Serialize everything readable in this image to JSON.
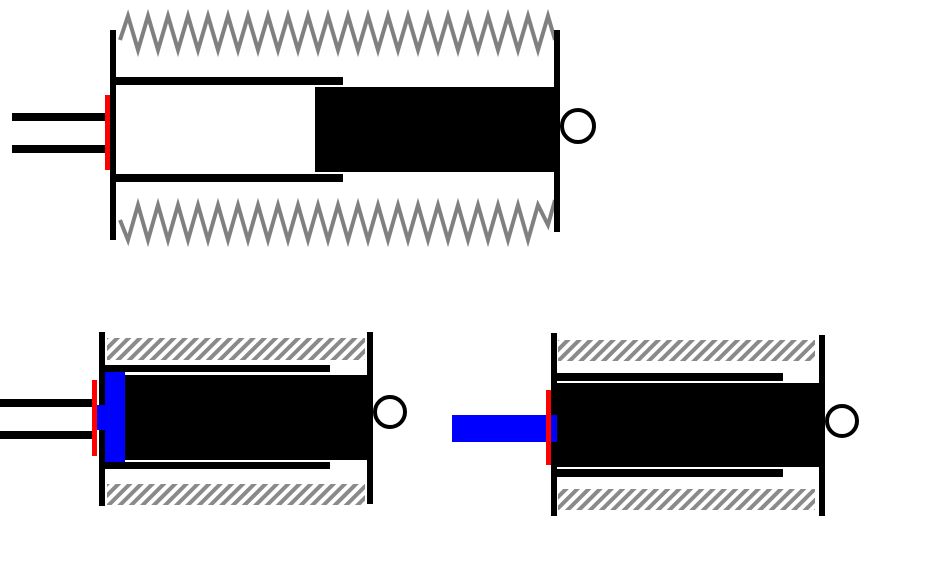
{
  "diagram": {
    "panels": [
      {
        "name": "extended-state",
        "has_spring": true
      },
      {
        "name": "compressed-state-with-actuator",
        "has_spring": false
      },
      {
        "name": "pushed-state",
        "has_spring": false
      }
    ],
    "colors": {
      "body": "#000000",
      "spring": "#808080",
      "seal": "#ff0000",
      "plunger": "#0000ff",
      "background": "#ffffff"
    }
  }
}
